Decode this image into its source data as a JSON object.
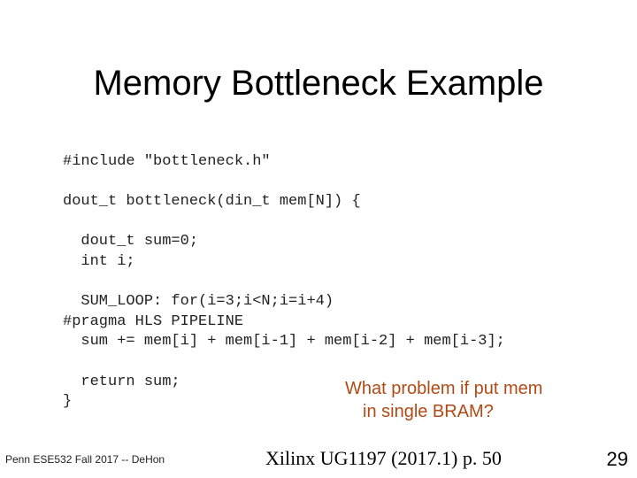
{
  "slide": {
    "title": "Memory Bottleneck Example",
    "code": [
      "#include \"bottleneck.h\"",
      "dout_t bottleneck(din_t mem[N]) {",
      "  dout_t sum=0;",
      "  int i;",
      "  SUM_LOOP: for(i=3;i<N;i=i+4)",
      "#pragma HLS PIPELINE",
      "  sum += mem[i] + mem[i-1] + mem[i-2] + mem[i-3];",
      "  return sum;",
      "}"
    ],
    "callout": {
      "line1": "What problem if put mem",
      "line2": "in single BRAM?"
    },
    "footer": {
      "course": "Penn ESE532 Fall 2017 -- DeHon",
      "reference": "Xilinx UG1197 (2017.1) p. 50",
      "page_number": "29"
    }
  }
}
